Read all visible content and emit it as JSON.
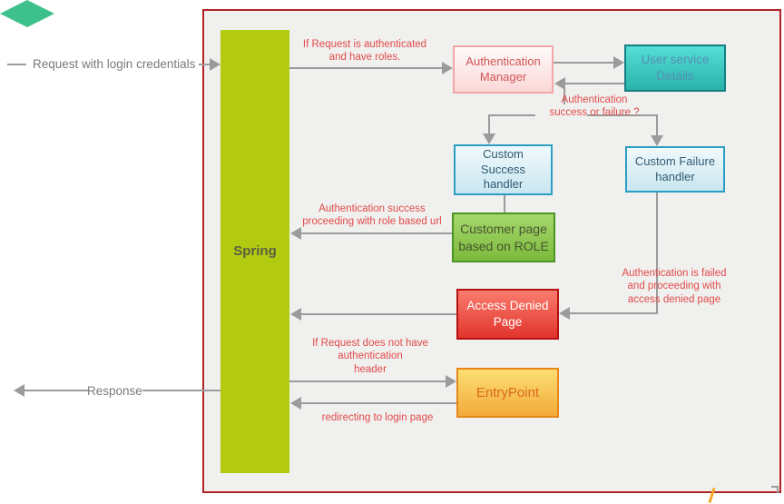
{
  "nodes": {
    "spring": "Spring",
    "auth_manager": "Authentication\nManager",
    "user_service": "User service\nDetails",
    "decision": "Authentication\nsuccess or failure ?",
    "custom_success": "Custom\nSuccess\nhandler",
    "custom_failure": "Custom Failure\nhandler",
    "customer_page": "Customer page\nbased on ROLE",
    "access_denied": "Access Denied\nPage",
    "entry_point": "EntryPoint"
  },
  "labels": {
    "request": "Request with login credentials",
    "response": "Response"
  },
  "annotations": {
    "if_authenticated": "If Request is authenticated\nand have roles.",
    "auth_success": "Authentication success\nproceeding with role based url",
    "auth_failed": "Authentication is failed\nand proceeding with\naccess denied page",
    "no_header": "If Request does not have\nauthentication\nheader",
    "redirect": "redirecting to login page"
  },
  "colors": {
    "frame_border": "#b12227",
    "frame_bg": "#f0f0ee",
    "spring_fill": "#b2ca10",
    "connector_gray": "#9b9b9b",
    "annotation_red": "#e14b4b",
    "label_gray": "#7a7a7a",
    "auth_manager_border": "#f3a6a6",
    "user_service_fill": "#28b3ab",
    "decision_fill": "#3ec08d",
    "handler_border": "#2c9ec2",
    "customer_border": "#4d9422",
    "denied_border": "#b51111",
    "entry_border": "#e58817",
    "watermark_orange": "#f5a623"
  }
}
